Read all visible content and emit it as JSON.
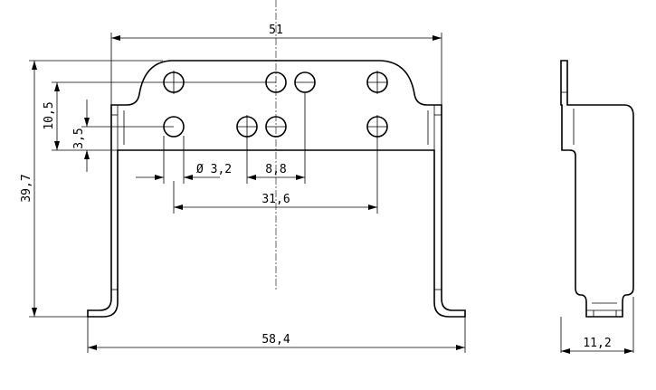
{
  "drawing": {
    "dimensions": {
      "overall_width_top": "51",
      "overall_height": "39,7",
      "hole_row_offset": "10,5",
      "lower_row_offset": "3,5",
      "hole_diameter": "Ø 3,2",
      "hole_spacing": "8,8",
      "hole_span": "31,6",
      "foot_span": "58,4",
      "depth": "11,2"
    },
    "line_color": "#000000",
    "background": "#ffffff"
  }
}
